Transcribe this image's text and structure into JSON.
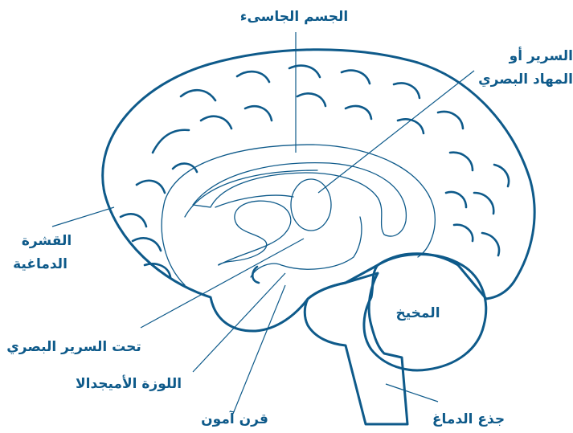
{
  "diagram": {
    "labels": {
      "corpus_callosum": "الجسم الجاسىء",
      "thalamus_line1": "السرير أو",
      "thalamus_line2": "المهاد البصري",
      "cortex_line1": "القشرة",
      "cortex_line2": "الدماغية",
      "cerebellum": "المخيخ",
      "hypothalamus": "تحت السرير البصري",
      "amygdala": "اللوزة الأميجدالا",
      "hippocampus": "قرن آمون",
      "brainstem": "جذع الدماغ"
    },
    "colors": {
      "stroke": "#0e5a8a",
      "text": "#0e5a8a",
      "background": "#ffffff"
    }
  }
}
